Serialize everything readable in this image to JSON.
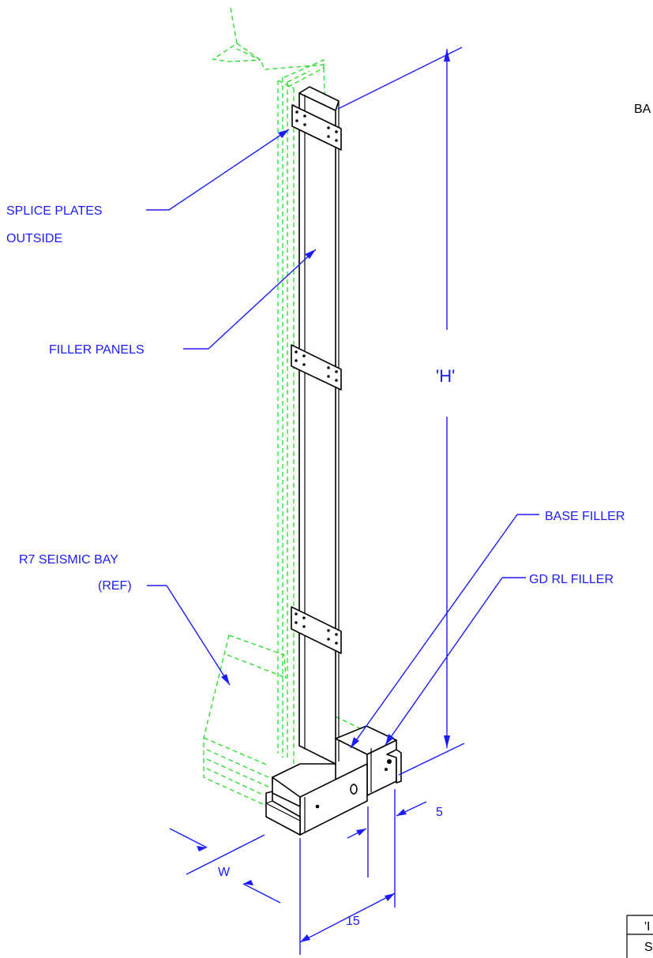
{
  "labels": {
    "splice_plates_line1": "SPLICE PLATES",
    "splice_plates_line2": "OUTSIDE",
    "filler_panels": "FILLER PANELS",
    "base_filler": "BASE FILLER",
    "gd_rl_filler": "GD RL FILLER",
    "seismic_bay_line1": "R7 SEISMIC BAY",
    "seismic_bay_line2": "(REF)",
    "top_right_fragment": "BA",
    "table_fragment_1": "'I",
    "table_fragment_2": "S"
  },
  "dimensions": {
    "height": "'H'",
    "width": "W",
    "depth_5": "5",
    "depth_15": "15"
  },
  "colors": {
    "annotation": "#1a1aff",
    "reference_dashed": "#22dd22",
    "object": "#000000"
  }
}
